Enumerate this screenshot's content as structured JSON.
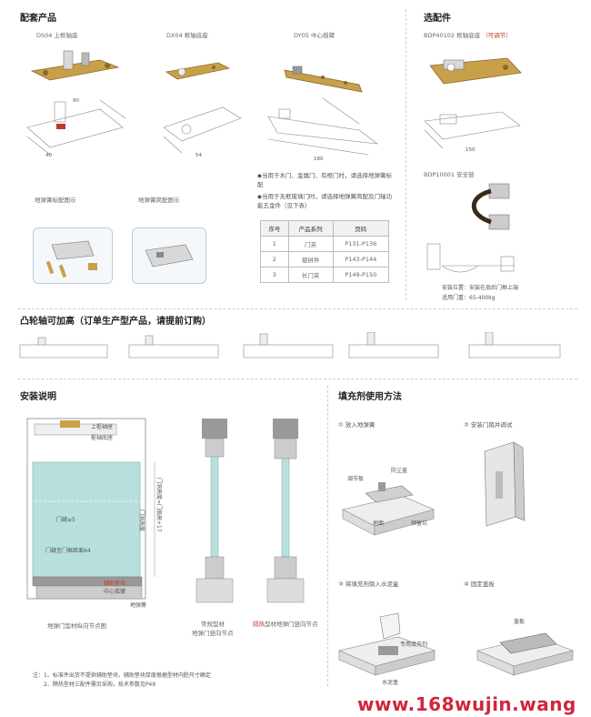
{
  "sections": {
    "accessories_title": "配套产品",
    "optional_title": "选配件",
    "cam_title": "凸轮轴可加高（订单生产型产品，请提前订购）",
    "install_title": "安装说明",
    "filler_title": "填充剂使用方法"
  },
  "products": [
    {
      "code": "DS04 上枢轴座"
    },
    {
      "code": "DX04 枢轴底座"
    },
    {
      "code": "DY05 中心摇臂"
    }
  ],
  "optional_item": {
    "code": "BDP40102 枢轴底座",
    "tag": "（可调节）"
  },
  "safety_chain": {
    "code": "BDP10001 安全链",
    "position": "安装位置：安装在扇后门框上端",
    "door_weight": "适用门重：65-400kg"
  },
  "floor_spring": {
    "cover_label": "地弹簧标配图示",
    "simple_label": "地弹簧简配图示"
  },
  "bullets": [
    "◆当用于木门、金属门、有框门时，请选择地弹簧标配",
    "◆当用于无框玻璃门时，请选择地弹簧简配及门轴功能五金件（见下表）"
  ],
  "table": {
    "headers": [
      "序号",
      "产品系列",
      "页码"
    ],
    "rows": [
      [
        "1",
        "门夹",
        "P131-P136"
      ],
      [
        "2",
        "玻拼件",
        "P143-P144"
      ],
      [
        "3",
        "长门夹",
        "P149-P150"
      ]
    ]
  },
  "install": {
    "labels": {
      "top_pivot": "上枢轴座",
      "pivot_base": "枢轴底座",
      "gap": "门缝≥5",
      "to_frame": "门缝至门框距离64",
      "door_height": "门洞高度",
      "total_height": "门洞高度=门扇高+17",
      "pivot_pad": "辅助垫块",
      "center_arm": "中心摇臂",
      "floor_spring": "地弹簧"
    },
    "captions": {
      "front": "地弹门型材纵向节点图",
      "std_line1": "常规型材",
      "std_line2": "地弹门竖向节点",
      "narrow_prefix": "隔热",
      "narrow_rest": "型材地弹门竖向节点"
    },
    "notes": [
      "注：1、标准件出货不提供辅助垫块，辅助垫块厚度根据型材内腔尺寸确定",
      "2、隔热型材三配件需另采购，技术参数见P49"
    ]
  },
  "filler_steps": [
    {
      "label": "① 放入地弹簧"
    },
    {
      "label": "② 安装门扇并调试"
    },
    {
      "label": "③ 将填充剂倒入水泥盒"
    },
    {
      "label": "④ 固定盖板"
    }
  ],
  "filler_labels": {
    "dust_cover": "防尘盖",
    "adjuster": "调节板",
    "floor": "地面",
    "reserved": "预留坑",
    "filler": "专用填充剂",
    "cement_box": "水泥盒",
    "cover_plate": "盖板"
  },
  "watermark": "www.168wujin.wang",
  "colors": {
    "brass": "#c9a04a",
    "glass": "#b8e0dc",
    "watermark": "#d0263b",
    "highlight": "#c0392b"
  }
}
